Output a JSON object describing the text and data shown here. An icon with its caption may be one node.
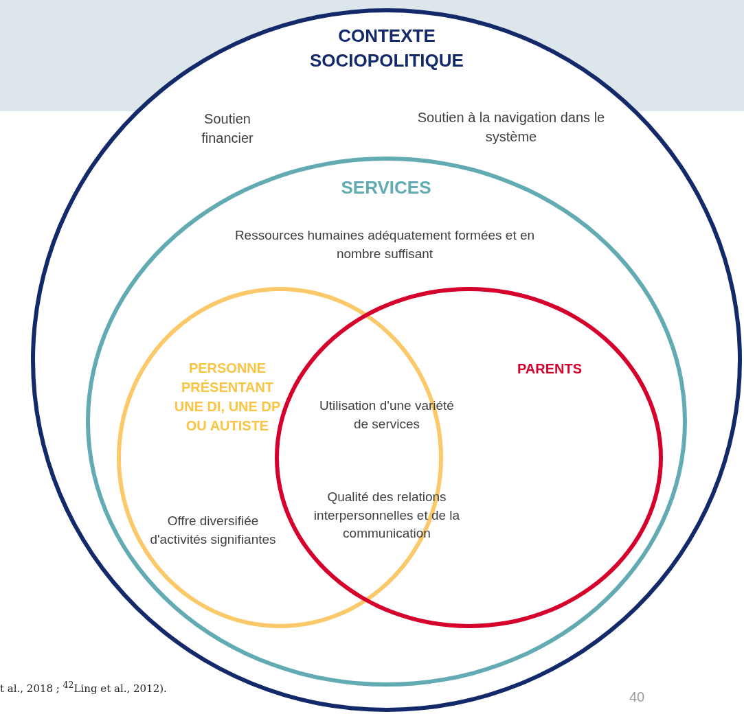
{
  "diagram": {
    "nodes": [
      {
        "text": [
          "CONTEXTE SOCIOPOLITIQUE",
          "Soutien financier",
          "Soutien à la navigation dans le système"
        ]
      },
      {
        "text": [
          "SERVICES",
          "Ressources humaines adéquatement formées et en nombre suffisant"
        ],
        "in": 0
      },
      {
        "text": [
          "PERSONNE PRÉSENTANT UNE DI, UNE DP OU AUTISTE",
          "Offre diversifiée d'activités signifiantes"
        ],
        "in": 1
      },
      {
        "text": [
          "PARENTS"
        ],
        "in": 1
      }
    ],
    "labels": [
      "Utilisation d'une variété de services",
      "Qualité des relations interpersonnelles et de la communication",
      "t al., 2018 ; $^{42}$Ling et al., 2012).",
      "40"
    ]
  }
}
